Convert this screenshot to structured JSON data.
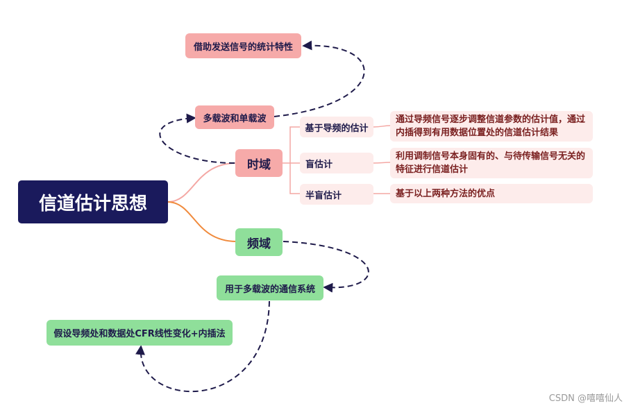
{
  "root": {
    "label": "信道估计思想"
  },
  "time_domain": {
    "label": "时域",
    "multicarrier": "多载波和单载波",
    "pilot_stats": "借助发送信号的统计特性",
    "methods": [
      {
        "label": "基于导频的估计",
        "desc": "通过导频信号逐步调整信道参数的估计值，通过内插得到有用数据位置处的信道估计结果"
      },
      {
        "label": "盲估计",
        "desc": "利用调制信号本身固有的、与待传输信号无关的特征进行信道估计"
      },
      {
        "label": "半盲估计",
        "desc": "基于以上两种方法的优点"
      }
    ]
  },
  "freq_domain": {
    "label": "频域",
    "usage": "用于多载波的通信系统",
    "assumption": "假设导频处和数据处CFR线性变化+内插法"
  },
  "watermark": "CSDN @嘻嘻仙人",
  "colors": {
    "root_bg": "#1a1a5c",
    "pink": "#f6aaa9",
    "light_pink": "#fdeceb",
    "green": "#8fdf9a",
    "dashed": "#1e1a4a",
    "branch_pink": "#f4a7a3",
    "branch_orange": "#f08a3c"
  }
}
